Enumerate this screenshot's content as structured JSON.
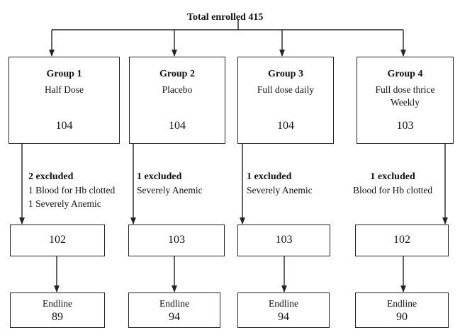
{
  "title": "Total enrolled 415",
  "groups": [
    {
      "name": "Group 1",
      "description": [
        "Half Dose"
      ],
      "n": "104"
    },
    {
      "name": "Group 2",
      "description": [
        "Placebo"
      ],
      "n": "104"
    },
    {
      "name": "Group 3",
      "description": [
        "Full dose daily"
      ],
      "n": "104"
    },
    {
      "name": "Group 4",
      "description": [
        "Full dose thrice",
        "Weekly"
      ],
      "n": "103"
    }
  ],
  "exclusions": [
    {
      "heading": "2  excluded",
      "reasons": [
        "1 Blood for Hb clotted",
        "1 Severely Anemic"
      ]
    },
    {
      "heading": "1  excluded",
      "reasons": [
        "Severely Anemic"
      ]
    },
    {
      "heading": "1  excluded",
      "reasons": [
        "Severely Anemic"
      ]
    },
    {
      "heading": "1  excluded",
      "reasons": [
        "Blood for Hb clotted"
      ]
    }
  ],
  "after_exclusion": [
    "102",
    "103",
    "103",
    "102"
  ],
  "endline": {
    "label": "Endline",
    "values": [
      "89",
      "94",
      "94",
      "90"
    ]
  }
}
